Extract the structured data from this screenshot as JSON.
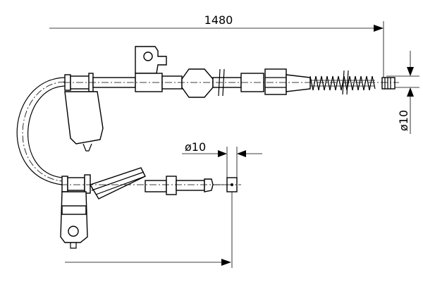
{
  "dimensions": {
    "length": "1480",
    "diameter_top": "ø10",
    "diameter_bottom": "ø10"
  }
}
